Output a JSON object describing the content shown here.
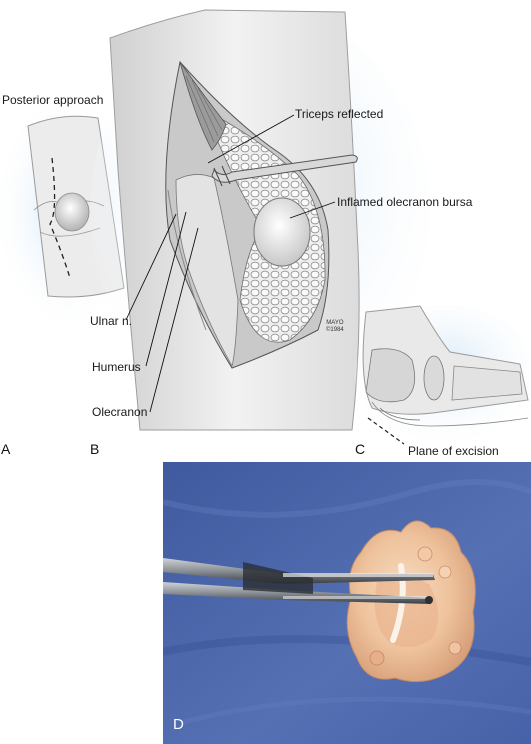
{
  "labels": {
    "posterior_approach": "Posterior approach",
    "triceps_reflected": "Triceps reflected",
    "inflamed_bursa": "Inflamed olecranon bursa",
    "ulnar_n": "Ulnar n.",
    "humerus": "Humerus",
    "olecranon": "Olecranon",
    "plane_of_excision": "Plane of excision"
  },
  "panels": {
    "a": "A",
    "b": "B",
    "c": "C",
    "d": "D"
  },
  "signature": {
    "line1": "MAYO",
    "line2": "©1984"
  },
  "colors": {
    "halo": "#cfe6f7",
    "skin": "#e9e9e9",
    "bursa": "#f2f2f2",
    "drape": "#4b63a8",
    "tissue": "#f0c8a6"
  }
}
